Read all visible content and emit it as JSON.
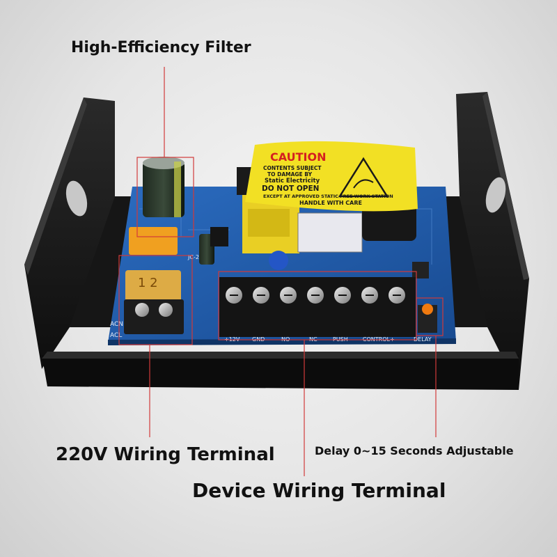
{
  "callouts": {
    "filter": "High-Efficiency Filter",
    "wiring_220v": "220V Wiring Terminal",
    "delay": "Delay 0~15 Seconds Adjustable",
    "device": "Device Wiring Terminal"
  },
  "caution_label": {
    "title": "CAUTION",
    "line1": "CONTENTS SUBJECT",
    "line2": "TO DAMAGE BY",
    "line3": "Static Electricity",
    "line4": "DO NOT OPEN",
    "line5": "EXCEPT AT APPROVED STATIC FREE WORK STATION",
    "line6": "HANDLE WITH CARE"
  },
  "fuse_text": "1  2",
  "terminal_labels": [
    "+12V",
    "GND",
    "NO",
    "NC",
    "PUSH",
    "-CONTROL+",
    "DELAY"
  ],
  "board_text": {
    "acn": "ACN",
    "acl": "ACL",
    "version": "JC-2.5A"
  },
  "colors": {
    "callout_line": "#d23a3a",
    "pcb": "#1e5aa8",
    "caution_yellow": "#f2e024",
    "caution_red": "#d42020",
    "bracket": "#1c1c1c"
  }
}
